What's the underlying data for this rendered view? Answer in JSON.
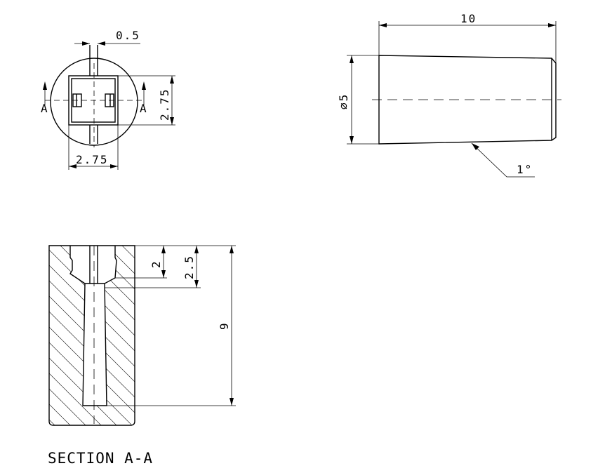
{
  "front_view": {
    "dim_slot": "0.5",
    "dim_square_height": "2.75",
    "dim_square_width": "2.75",
    "section_marker_left": "A",
    "section_marker_right": "A"
  },
  "side_view": {
    "dim_length": "10",
    "dim_diameter": "⌀5",
    "dim_taper": "1°"
  },
  "section_view": {
    "dim_depth_2": "2",
    "dim_depth_2_5": "2.5",
    "dim_depth_9": "9",
    "caption": "SECTION A-A"
  }
}
